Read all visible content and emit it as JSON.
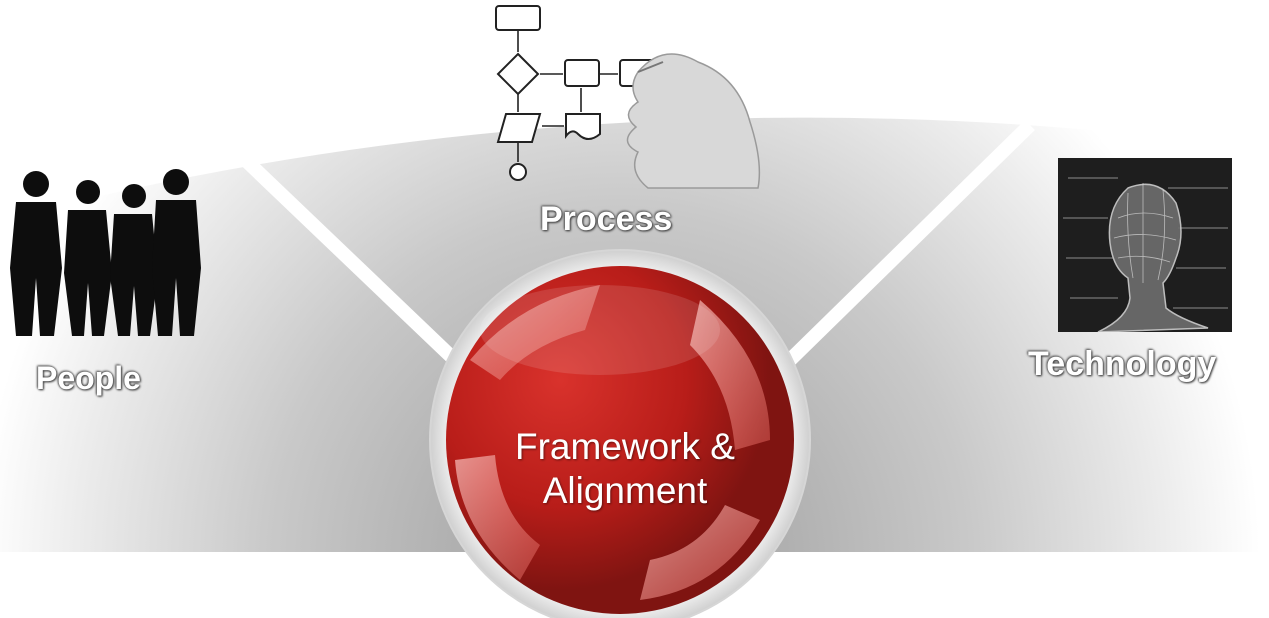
{
  "diagram": {
    "center": {
      "line1": "Framework &",
      "line2": "Alignment"
    },
    "pillars": {
      "people": "People",
      "process": "Process",
      "technology": "Technology"
    }
  },
  "colors": {
    "center_red": "#c0211e",
    "center_red_dark": "#8e1512",
    "label_text": "#ffffff",
    "background_grey": "#c8c8c8"
  },
  "icons": {
    "people": "people-silhouette-icon",
    "process": "flowchart-hand-icon",
    "technology": "digital-head-icon"
  }
}
